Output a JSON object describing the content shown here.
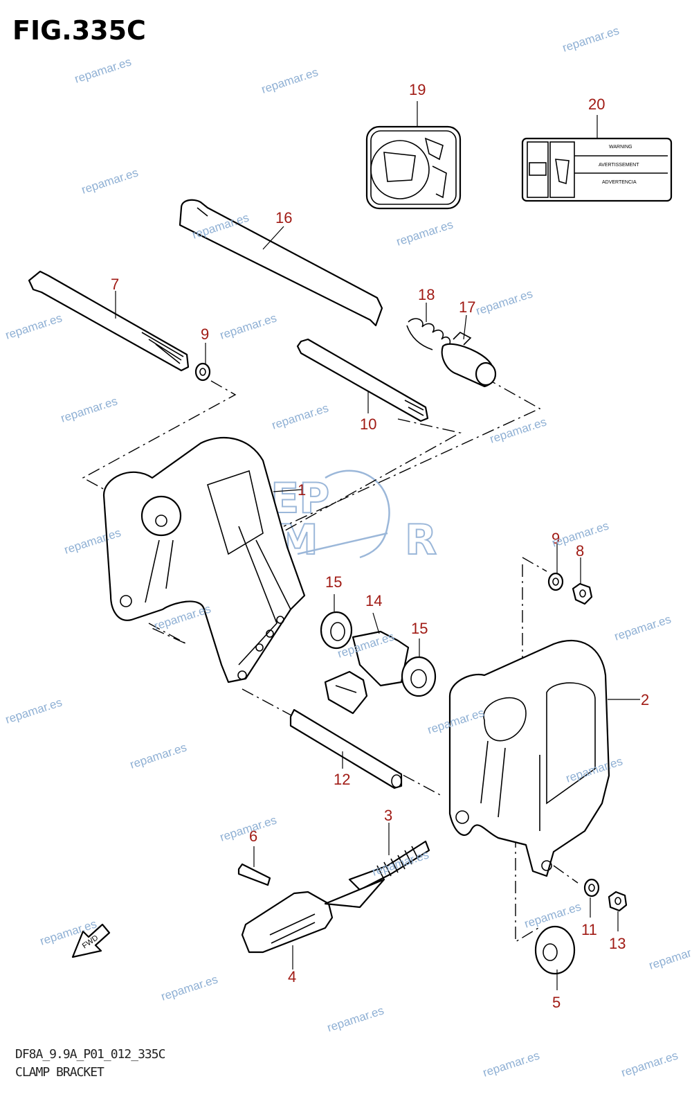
{
  "figure": {
    "title": "FIG.335C",
    "code": "DF8A_9.9A_P01_012_335C",
    "name": "CLAMP BRACKET"
  },
  "callouts": {
    "c1": "1",
    "c2": "2",
    "c3": "3",
    "c4": "4",
    "c5": "5",
    "c6": "6",
    "c7": "7",
    "c8": "8",
    "c9a": "9",
    "c9b": "9",
    "c10": "10",
    "c11": "11",
    "c12": "12",
    "c13": "13",
    "c14": "14",
    "c15a": "15",
    "c15b": "15",
    "c16": "16",
    "c17": "17",
    "c18": "18",
    "c19": "19",
    "c20": "20"
  },
  "label_20": {
    "warning": "WARNING",
    "avertissement": "AVERTISSEMENT",
    "advertencia": "ADVERTENCIA"
  },
  "fwd_label": "FWD",
  "watermark": {
    "text": "repamar.es",
    "logo": "REPMAR",
    "color": "#8fb0d4"
  },
  "callout_color": "#a01a14"
}
